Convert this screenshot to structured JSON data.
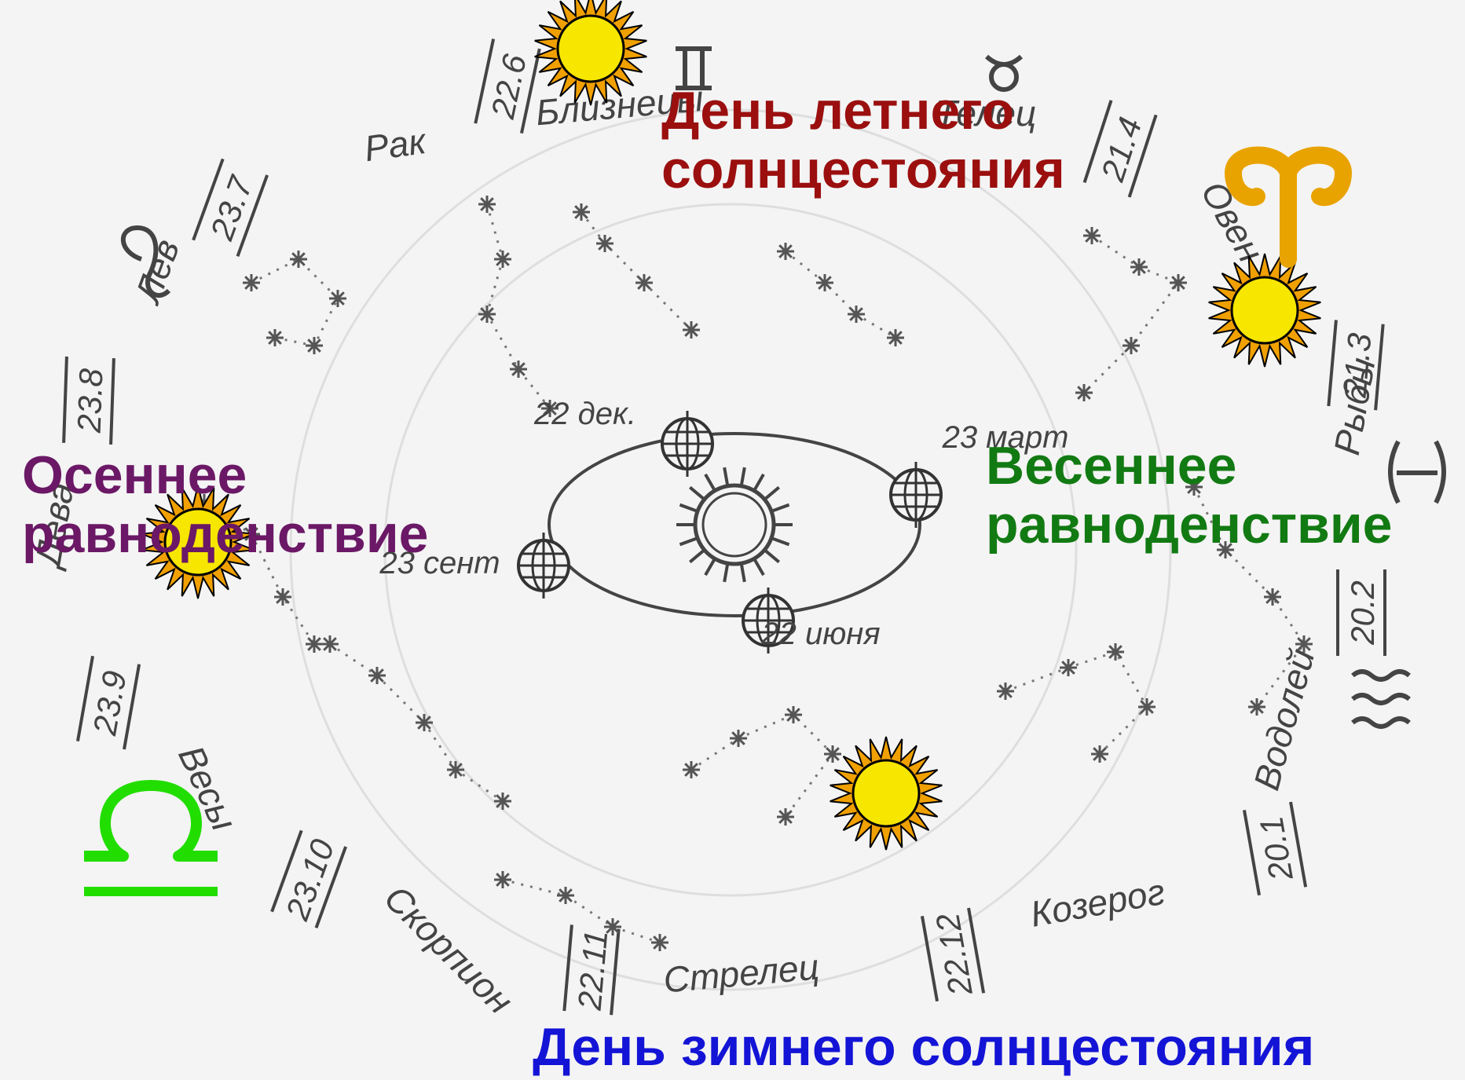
{
  "headings": {
    "summer": [
      "День летнего",
      "солнцестояния"
    ],
    "autumn": [
      "Осеннее",
      "равноденствие"
    ],
    "spring": [
      "Весеннее",
      "равноденствие"
    ],
    "winter": "День зимнего солнцестояния"
  },
  "dates": [
    "22.6",
    "21.4",
    "21.3",
    "20.2",
    "20.1",
    "22.12",
    "22.11",
    "23.10",
    "23.9",
    "23.8",
    "23.7"
  ],
  "constellations": [
    "Рак",
    "Близнецы",
    "Телец",
    "Овен",
    "Рыбы",
    "Водолей",
    "Козерог",
    "Стрелец",
    "Скорпион",
    "Весы",
    "Дева",
    "Лев"
  ],
  "orbit_labels": [
    "22 дек.",
    "23 март",
    "22 июня",
    "23 сент"
  ],
  "colors": {
    "summer": "#9b0f0f",
    "autumn": "#6b1866",
    "spring": "#127a12",
    "winter": "#1414d6",
    "sun_fill": "#f7e600",
    "sun_rays": "#f0a000",
    "sketch": "#555555",
    "aries_sign": "#e9a300",
    "libra_sign": "#22dd00"
  },
  "icons": [
    "sun-icon",
    "globe-icon",
    "aries-sign-icon",
    "libra-sign-icon"
  ]
}
